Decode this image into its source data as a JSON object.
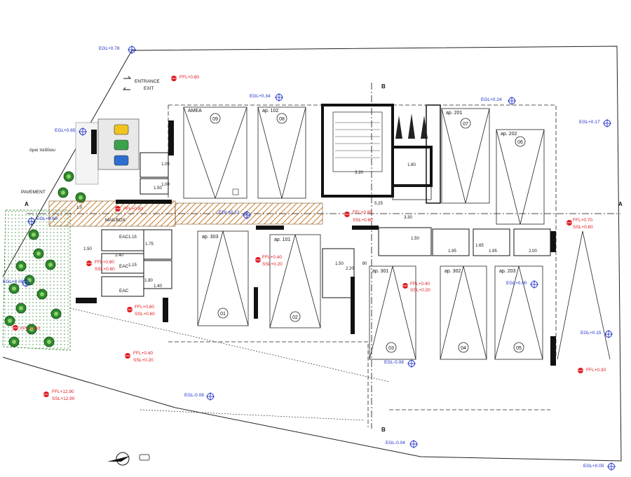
{
  "labels": {
    "entrance": "ENTRANCE",
    "exit": "EXIT",
    "pavement": "PAVEMENT",
    "mailbox": "MAILBOX",
    "plot_limit": "όριο πεδίλου",
    "amea": "AMEA",
    "section_b": "B",
    "section_a": "A",
    "eac": "EAC"
  },
  "egl": {
    "a": "EGL+0.78",
    "b": "EGL+0.34",
    "c": "EGL+0.24",
    "d": "EGL+0.17",
    "e": "EGL+0.65",
    "f": "EGL+0.60",
    "g": "EGL+0.12",
    "h": "EGL+0.00",
    "i": "EGL+0.15",
    "j": "EGL-0.08",
    "k": "EGL-0.04",
    "l": "EGL-0.08",
    "m": "EGL+0.00",
    "n": "EGL+0.00"
  },
  "ffl": {
    "entrance": "FFL+0.80",
    "mailbox": "FFL+0.80",
    "center": "FFL+0.80",
    "center_ssl": "SSL+0.60",
    "right": "FFL+0.70",
    "right_ssl": "SSL+0.60",
    "mid": "FFL+0.40",
    "mid_ssl": "SSL+0.20",
    "eac": "FFL+0.80",
    "eac_ssl": "SSL+0.60",
    "low_left": "FFL+0.80",
    "low_left_ssl": "SSL+0.60",
    "left": "FFL+0.80",
    "lower": "FFL+0.40",
    "lower_ssl": "SSL+0.20",
    "cr": "FFL+0.40",
    "cr_ssl": "SSL+0.20",
    "bl": "FFL+12.90",
    "bl_ssl": "SSL+12.90",
    "br": "FFL+0.30"
  },
  "spaces": {
    "p09": "09",
    "p08": "08",
    "p07": "07",
    "p06": "06",
    "p01": "01",
    "p02": "02",
    "p03": "03",
    "p04": "04",
    "p05": "05",
    "ap102": "ap. 102",
    "ap201": "ap. 201",
    "ap202": "ap. 202",
    "ap303": "ap. 303",
    "ap101": "ap. 101",
    "ap301": "ap. 301",
    "ap302": "ap. 302",
    "ap203": "ap. 203"
  },
  "dims": {
    "d320": "3.20",
    "d180": "1.80",
    "d525": "5.25",
    "d330": "3.30",
    "d150a": "1.50",
    "d150b": "1.50",
    "d150c": "1.50",
    "d150d": "1.50",
    "d195a": "1.95",
    "d195b": "1.95",
    "d165": "1.65",
    "d200": "2.00",
    "d240": "2.40",
    "d175": "1.75",
    "d115a": "1.15",
    "d115b": "1.15",
    "d180b": "1.80",
    "d140": "1.40",
    "d220": "2.20",
    "d90": "90",
    "d105": "1.05",
    "d100": "1.00",
    "d10": "1.0"
  }
}
